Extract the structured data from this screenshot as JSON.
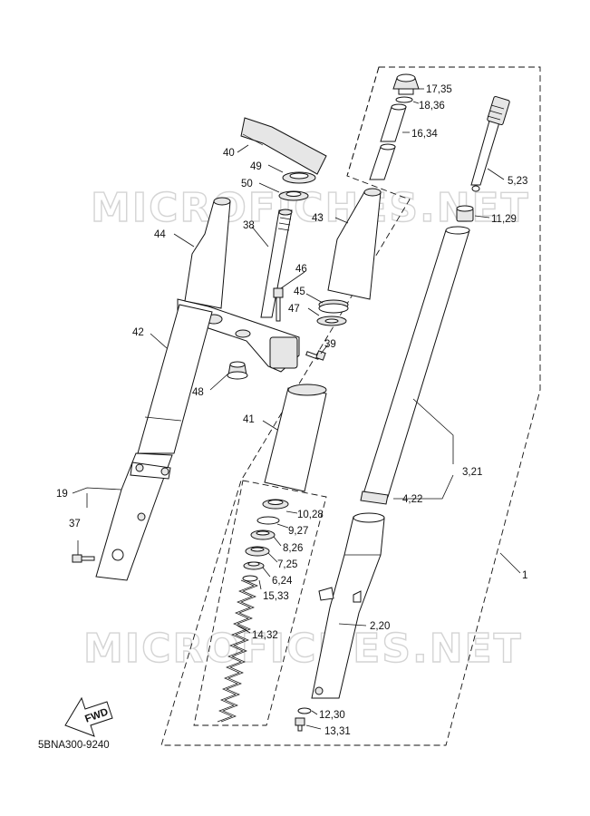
{
  "diagram_code": "5BNA300-9240",
  "watermark": "MICROFICHES.NET",
  "fwd_label": "FWD",
  "callouts": {
    "c1": "1",
    "c2_20": "2,20",
    "c3_21": "3,21",
    "c4_22": "4,22",
    "c5_23": "5,23",
    "c6_24": "6,24",
    "c7_25": "7,25",
    "c8_26": "8,26",
    "c9_27": "9,27",
    "c10_28": "10,28",
    "c11_29": "11,29",
    "c12_30": "12,30",
    "c13_31": "13,31",
    "c14_32": "14,32",
    "c15_33": "15,33",
    "c16_34": "16,34",
    "c17_35": "17,35",
    "c18_36": "18,36",
    "c19": "19",
    "c37": "37",
    "c38": "38",
    "c39": "39",
    "c40": "40",
    "c41": "41",
    "c42": "42",
    "c43": "43",
    "c44": "44",
    "c45": "45",
    "c46": "46",
    "c47": "47",
    "c48": "48",
    "c49": "49",
    "c50": "50"
  }
}
